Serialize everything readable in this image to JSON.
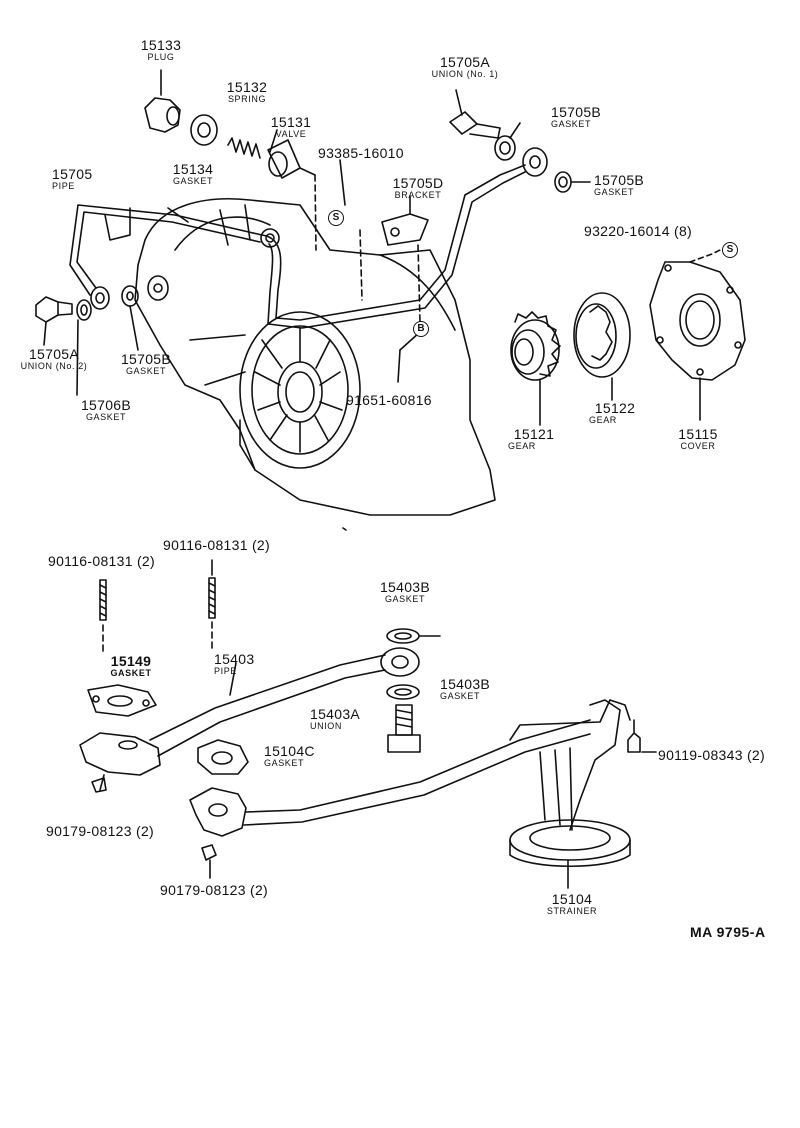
{
  "callouts": [
    {
      "id": "c15133",
      "num": "15133",
      "name": "PLUG"
    },
    {
      "id": "c15132",
      "num": "15132",
      "name": "SPRING"
    },
    {
      "id": "c15131",
      "num": "15131",
      "name": "VALVE"
    },
    {
      "id": "c15134",
      "num": "15134",
      "name": "GASKET"
    },
    {
      "id": "c15705",
      "num": "15705",
      "name": "PIPE"
    },
    {
      "id": "c15705A1",
      "num": "15705A",
      "name": "UNION (No. 1)"
    },
    {
      "id": "c15705B1",
      "num": "15705B",
      "name": "GASKET"
    },
    {
      "id": "c15705B2",
      "num": "15705B",
      "name": "GASKET"
    },
    {
      "id": "c15705D",
      "num": "15705D",
      "name": "BRACKET"
    },
    {
      "id": "c15705A2",
      "num": "15705A",
      "name": "UNION (No. 2)"
    },
    {
      "id": "c15705B3",
      "num": "15705B",
      "name": "GASKET"
    },
    {
      "id": "c15706B",
      "num": "15706B",
      "name": "GASKET"
    },
    {
      "id": "c15121",
      "num": "15121",
      "name": "GEAR"
    },
    {
      "id": "c15122",
      "num": "15122",
      "name": "GEAR"
    },
    {
      "id": "c15115",
      "num": "15115",
      "name": "COVER"
    },
    {
      "id": "c15403B1",
      "num": "15403B",
      "name": "GASKET"
    },
    {
      "id": "c15149",
      "num": "15149",
      "name": "GASKET"
    },
    {
      "id": "c15403",
      "num": "15403",
      "name": "PIPE"
    },
    {
      "id": "c15403B2",
      "num": "15403B",
      "name": "GASKET"
    },
    {
      "id": "c15403A",
      "num": "15403A",
      "name": "UNION"
    },
    {
      "id": "c15104C",
      "num": "15104C",
      "name": "GASKET"
    },
    {
      "id": "c15104",
      "num": "15104",
      "name": "STRAINER"
    }
  ],
  "part_numbers": [
    {
      "id": "p93385",
      "text": "93385-16010"
    },
    {
      "id": "p93220",
      "text": "93220-16014 (8)"
    },
    {
      "id": "p91651",
      "text": "91651-60816"
    },
    {
      "id": "p90116a",
      "text": "90116-08131 (2)"
    },
    {
      "id": "p90116b",
      "text": "90116-08131 (2)"
    },
    {
      "id": "p90119",
      "text": "90119-08343 (2)"
    },
    {
      "id": "p90179a",
      "text": "90179-08123 (2)"
    },
    {
      "id": "p90179b",
      "text": "90179-08123 (2)"
    }
  ],
  "markers": {
    "s1": "S",
    "s2": "S",
    "b1": "B"
  },
  "reference_code": "MA  9795-A"
}
